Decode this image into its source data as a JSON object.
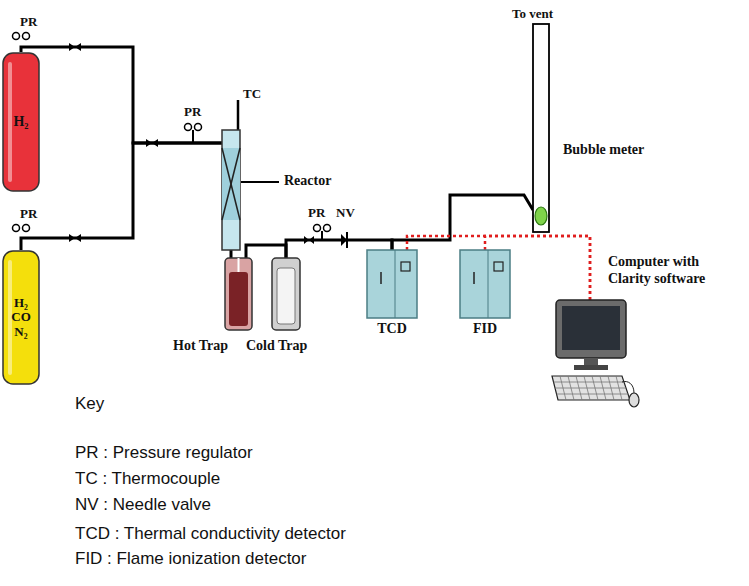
{
  "diagram": {
    "nodes": [
      {
        "text": [
          "H₂"
        ]
      },
      {
        "text": [
          "H₂ CO N₂"
        ]
      },
      {
        "text": [
          "Reactor"
        ]
      },
      {
        "text": [
          "Hot Trap"
        ]
      },
      {
        "text": [
          "Cold Trap"
        ]
      },
      {
        "text": [
          "TCD"
        ]
      },
      {
        "text": [
          "FID"
        ]
      },
      {
        "text": [
          "Bubble meter"
        ]
      },
      {
        "text": [
          "Computer with Clarity software"
        ]
      }
    ],
    "edges": [
      {
        "from": 0,
        "to": 2,
        "arrow": "none"
      },
      {
        "from": 1,
        "to": 2,
        "arrow": "none"
      },
      {
        "from": 2,
        "to": 3,
        "arrow": "none"
      },
      {
        "from": 3,
        "to": 4,
        "arrow": "none"
      },
      {
        "from": 4,
        "to": 5,
        "arrow": "none"
      },
      {
        "from": 5,
        "to": 7,
        "arrow": "none"
      },
      {
        "from": 5,
        "to": 8,
        "arrow": "none"
      },
      {
        "from": 6,
        "to": 8,
        "arrow": "none"
      }
    ],
    "labels": [
      "PR",
      "PR",
      "PR",
      "TC",
      "PR",
      "NV",
      "To vent",
      "Key"
    ],
    "legend": [
      {
        "text": "PR : Pressure regulator"
      },
      {
        "text": "TC : Thermocouple"
      },
      {
        "text": "NV : Needle valve"
      },
      {
        "text": "TCD : Thermal conductivity detector"
      },
      {
        "text": "FID : Flame ionization detector"
      }
    ]
  }
}
